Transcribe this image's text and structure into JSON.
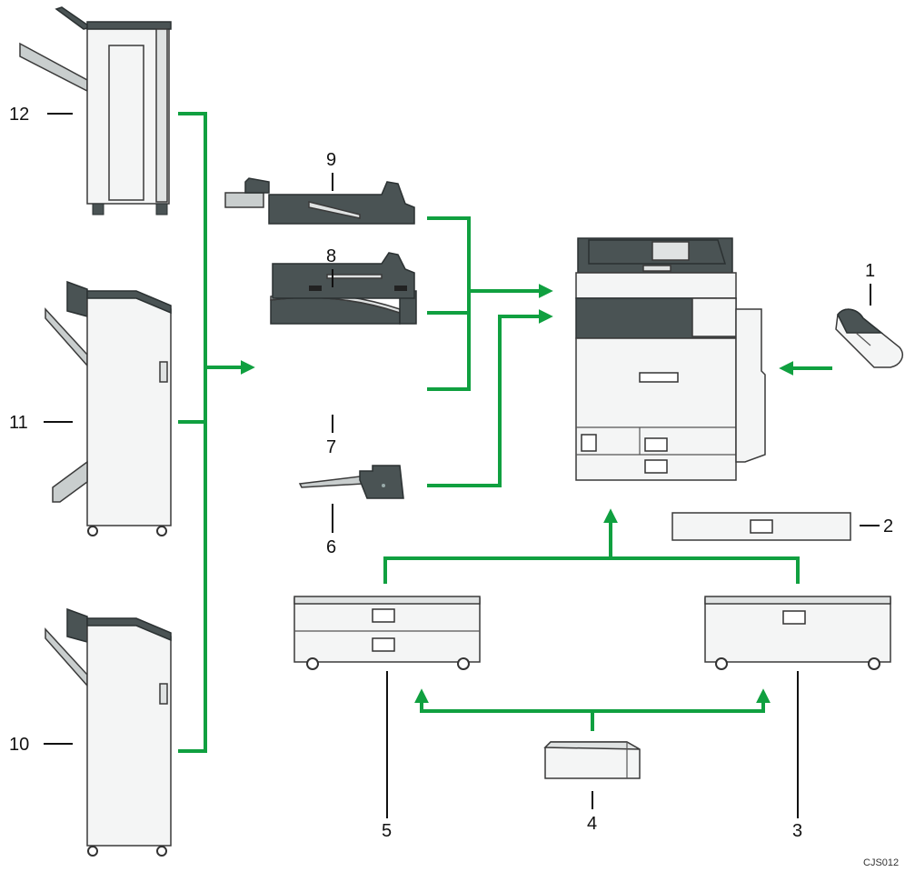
{
  "figure_code": "CJS012",
  "labels": {
    "n1": "1",
    "n2": "2",
    "n3": "3",
    "n4": "4",
    "n5": "5",
    "n6": "6",
    "n7": "7",
    "n8": "8",
    "n9": "9",
    "n10": "10",
    "n11": "11",
    "n12": "12"
  },
  "colors": {
    "connector": "#10a040",
    "device_dark": "#4a5354",
    "device_light": "#f4f5f5"
  }
}
